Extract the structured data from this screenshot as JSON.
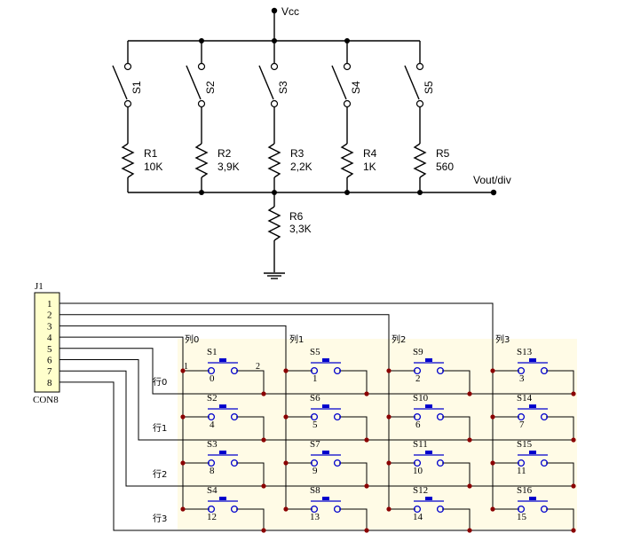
{
  "top": {
    "supply_label": "Vcc",
    "output_label": "Vout/div",
    "switches": [
      "S1",
      "S2",
      "S3",
      "S4",
      "S5"
    ],
    "resistors": [
      {
        "ref": "R1",
        "value": "10K"
      },
      {
        "ref": "R2",
        "value": "3,9K"
      },
      {
        "ref": "R3",
        "value": "2,2K"
      },
      {
        "ref": "R4",
        "value": "1K"
      },
      {
        "ref": "R5",
        "value": "560"
      }
    ],
    "pulldown": {
      "ref": "R6",
      "value": "3,3K"
    }
  },
  "bottom": {
    "connector": {
      "ref": "J1",
      "name": "CON8",
      "pins": [
        "1",
        "2",
        "3",
        "4",
        "5",
        "6",
        "7",
        "8"
      ]
    },
    "col_labels": [
      "列0",
      "列1",
      "列2",
      "列3"
    ],
    "row_labels": [
      "行0",
      "行1",
      "行2",
      "行3"
    ],
    "pin_labels": [
      "1",
      "2"
    ],
    "keys": [
      {
        "name": "S1",
        "num": "0"
      },
      {
        "name": "S5",
        "num": "1"
      },
      {
        "name": "S9",
        "num": "2"
      },
      {
        "name": "S13",
        "num": "3"
      },
      {
        "name": "S2",
        "num": "4"
      },
      {
        "name": "S6",
        "num": "5"
      },
      {
        "name": "S10",
        "num": "6"
      },
      {
        "name": "S14",
        "num": "7"
      },
      {
        "name": "S3",
        "num": "8"
      },
      {
        "name": "S7",
        "num": "9"
      },
      {
        "name": "S11",
        "num": "10"
      },
      {
        "name": "S15",
        "num": "11"
      },
      {
        "name": "S4",
        "num": "12"
      },
      {
        "name": "S8",
        "num": "13"
      },
      {
        "name": "S12",
        "num": "14"
      },
      {
        "name": "S16",
        "num": "15"
      }
    ]
  },
  "colors": {
    "wire": "#000000",
    "key": "#0000cc",
    "junction": "#8b0000",
    "connector_fill": "#ffffcc",
    "matrix_fill": "#fffbe6"
  }
}
